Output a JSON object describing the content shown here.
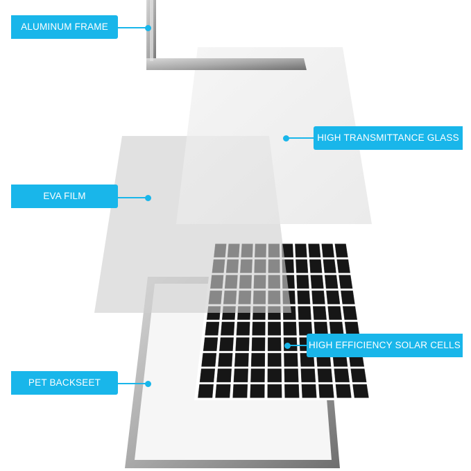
{
  "colors": {
    "accent": "#19b6ea",
    "frame_light": "#c9c9c9",
    "frame_dark": "#7e7e7e",
    "glass": "#eaeaea",
    "film": "#d9d9d9",
    "cell": "#161616",
    "cell_gap": "#ffffff"
  },
  "labels": {
    "aluminum_frame": "ALUMINUM FRAME",
    "high_transmittance_glass": "HIGH TRANSMITTANCE GLASS",
    "eva_film": "EVA FILM",
    "high_efficiency_solar_cells": "HIGH EFFICIENCY SOLAR CELLS",
    "pet_backseet": "PET BACKSEET"
  },
  "cell_grid": {
    "columns": 10,
    "rows": 10
  }
}
